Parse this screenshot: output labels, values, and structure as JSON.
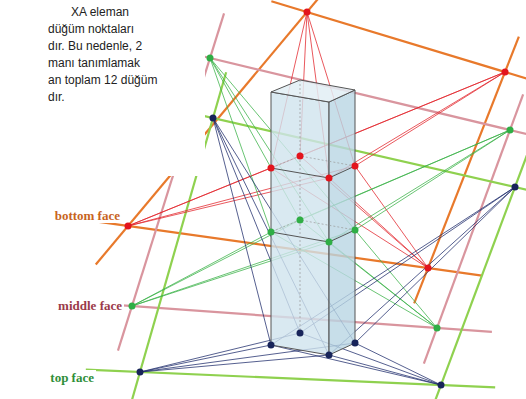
{
  "diagram": {
    "labels": [
      "XA eleman",
      "düğüm noktaları",
      "dır. Bu nedenle, 2",
      "manı tanımlamak",
      "an toplam 12 düğüm",
      "dır.",
      "bottom face",
      "middle face",
      "top face"
    ]
  }
}
